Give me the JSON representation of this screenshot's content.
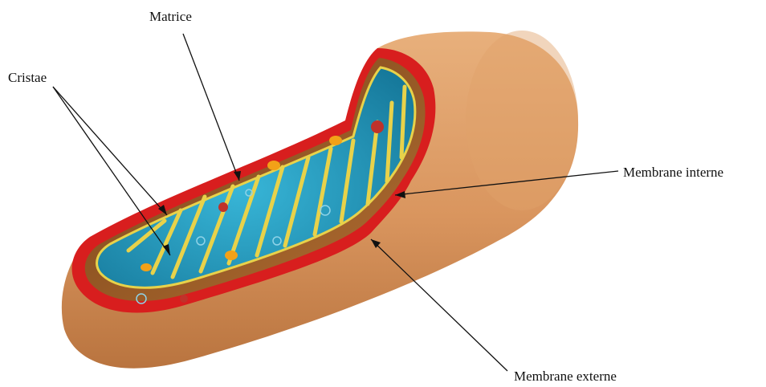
{
  "diagram": {
    "labels": {
      "matrix": "Matrice",
      "cristae": "Cristae",
      "inner_membrane": "Membrane interne",
      "outer_membrane": "Membrane externe"
    }
  },
  "colors": {
    "outer_body": "#d9955e",
    "outer_body_dark": "#b9743f",
    "outer_membrane_red": "#d81e1e",
    "inner_membrane_yellow": "#e8d24a",
    "matrix_teal": "#2aa6c8",
    "matrix_teal_dark": "#16799b",
    "intermembrane_brown": "#9a5a22",
    "granule_orange": "#f2a118",
    "ribosome_red": "#c0322a",
    "leader_line": "#111111"
  }
}
